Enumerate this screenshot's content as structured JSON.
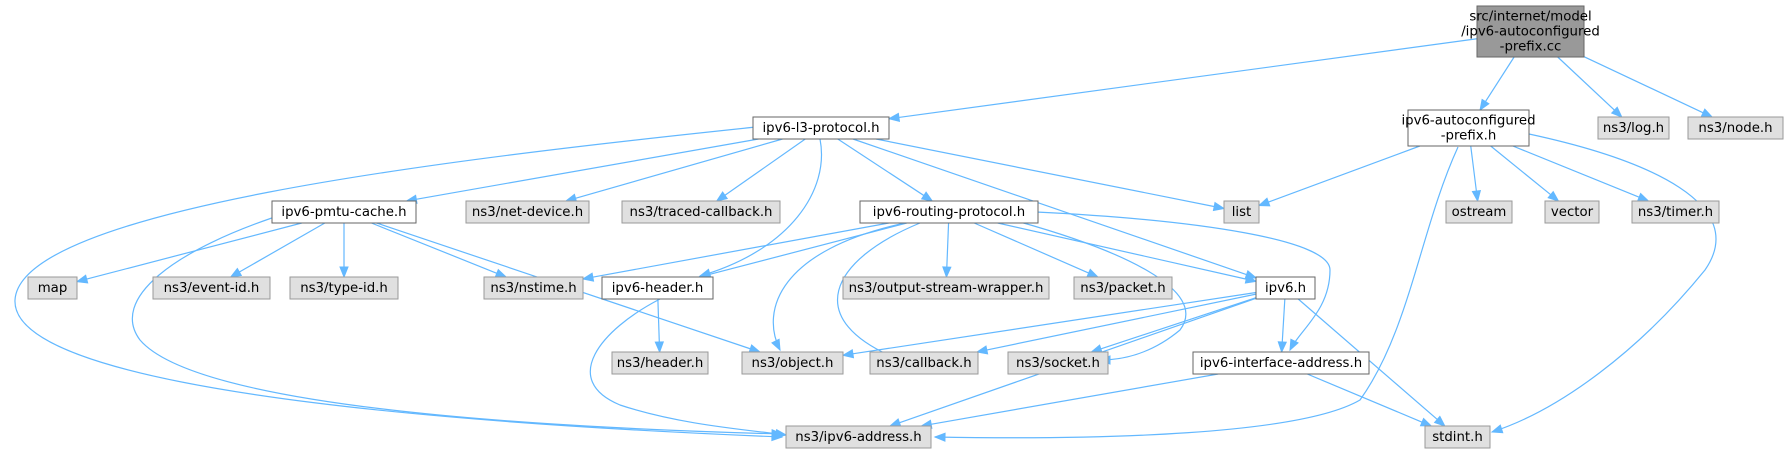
{
  "diagram": {
    "nodes": [
      {
        "id": "root",
        "lines": [
          "src/internet/model",
          "/ipv6-autoconfigured",
          "-prefix.cc"
        ],
        "style": "root"
      },
      {
        "id": "l3",
        "lines": [
          "ipv6-l3-protocol.h"
        ],
        "style": "local"
      },
      {
        "id": "acp",
        "lines": [
          "ipv6-autoconfigured",
          "-prefix.h"
        ],
        "style": "local"
      },
      {
        "id": "log",
        "lines": [
          "ns3/log.h"
        ],
        "style": "ext"
      },
      {
        "id": "node",
        "lines": [
          "ns3/node.h"
        ],
        "style": "ext"
      },
      {
        "id": "pmtu",
        "lines": [
          "ipv6-pmtu-cache.h"
        ],
        "style": "local"
      },
      {
        "id": "netdev",
        "lines": [
          "ns3/net-device.h"
        ],
        "style": "ext"
      },
      {
        "id": "traced",
        "lines": [
          "ns3/traced-callback.h"
        ],
        "style": "ext"
      },
      {
        "id": "rout",
        "lines": [
          "ipv6-routing-protocol.h"
        ],
        "style": "local"
      },
      {
        "id": "list",
        "lines": [
          "list"
        ],
        "style": "ext"
      },
      {
        "id": "ostream",
        "lines": [
          "ostream"
        ],
        "style": "ext"
      },
      {
        "id": "vector",
        "lines": [
          "vector"
        ],
        "style": "ext"
      },
      {
        "id": "timer",
        "lines": [
          "ns3/timer.h"
        ],
        "style": "ext"
      },
      {
        "id": "map",
        "lines": [
          "map"
        ],
        "style": "ext"
      },
      {
        "id": "eventid",
        "lines": [
          "ns3/event-id.h"
        ],
        "style": "ext"
      },
      {
        "id": "typeid",
        "lines": [
          "ns3/type-id.h"
        ],
        "style": "ext"
      },
      {
        "id": "nstime",
        "lines": [
          "ns3/nstime.h"
        ],
        "style": "ext"
      },
      {
        "id": "hdr6",
        "lines": [
          "ipv6-header.h"
        ],
        "style": "local"
      },
      {
        "id": "osw",
        "lines": [
          "ns3/output-stream-wrapper.h"
        ],
        "style": "ext"
      },
      {
        "id": "packet",
        "lines": [
          "ns3/packet.h"
        ],
        "style": "ext"
      },
      {
        "id": "ipv6",
        "lines": [
          "ipv6.h"
        ],
        "style": "local"
      },
      {
        "id": "header",
        "lines": [
          "ns3/header.h"
        ],
        "style": "ext"
      },
      {
        "id": "object",
        "lines": [
          "ns3/object.h"
        ],
        "style": "ext"
      },
      {
        "id": "cb",
        "lines": [
          "ns3/callback.h"
        ],
        "style": "ext"
      },
      {
        "id": "socket",
        "lines": [
          "ns3/socket.h"
        ],
        "style": "ext"
      },
      {
        "id": "ifaddr",
        "lines": [
          "ipv6-interface-address.h"
        ],
        "style": "local"
      },
      {
        "id": "addr",
        "lines": [
          "ns3/ipv6-address.h"
        ],
        "style": "ext"
      },
      {
        "id": "stdint",
        "lines": [
          "stdint.h"
        ],
        "style": "ext"
      }
    ],
    "edges": [
      [
        "root",
        "l3"
      ],
      [
        "root",
        "acp"
      ],
      [
        "root",
        "log"
      ],
      [
        "root",
        "node"
      ],
      [
        "l3",
        "pmtu"
      ],
      [
        "l3",
        "netdev"
      ],
      [
        "l3",
        "traced"
      ],
      [
        "l3",
        "rout"
      ],
      [
        "l3",
        "list"
      ],
      [
        "l3",
        "hdr6"
      ],
      [
        "l3",
        "ipv6"
      ],
      [
        "l3",
        "addr"
      ],
      [
        "acp",
        "list"
      ],
      [
        "acp",
        "ostream"
      ],
      [
        "acp",
        "vector"
      ],
      [
        "acp",
        "timer"
      ],
      [
        "acp",
        "addr"
      ],
      [
        "acp",
        "stdint"
      ],
      [
        "pmtu",
        "map"
      ],
      [
        "pmtu",
        "eventid"
      ],
      [
        "pmtu",
        "typeid"
      ],
      [
        "pmtu",
        "nstime"
      ],
      [
        "pmtu",
        "object"
      ],
      [
        "pmtu",
        "addr"
      ],
      [
        "rout",
        "nstime"
      ],
      [
        "rout",
        "hdr6"
      ],
      [
        "rout",
        "object"
      ],
      [
        "rout",
        "cb"
      ],
      [
        "rout",
        "osw"
      ],
      [
        "rout",
        "packet"
      ],
      [
        "rout",
        "ipv6"
      ],
      [
        "rout",
        "socket"
      ],
      [
        "rout",
        "ifaddr"
      ],
      [
        "hdr6",
        "header"
      ],
      [
        "hdr6",
        "addr"
      ],
      [
        "ipv6",
        "object"
      ],
      [
        "ipv6",
        "cb"
      ],
      [
        "ipv6",
        "socket"
      ],
      [
        "ipv6",
        "ifaddr"
      ],
      [
        "ipv6",
        "addr"
      ],
      [
        "ipv6",
        "stdint"
      ],
      [
        "ifaddr",
        "addr"
      ],
      [
        "ifaddr",
        "stdint"
      ]
    ]
  }
}
